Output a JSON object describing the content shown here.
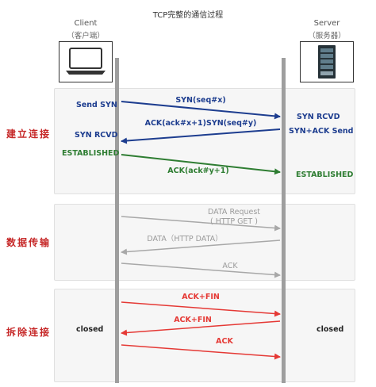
{
  "title": "TCP完整的通信过程",
  "client": {
    "name": "Client",
    "sub": "（客户端）"
  },
  "server": {
    "name": "Server",
    "sub": "（服务器）"
  },
  "phases": {
    "establish": "建立连接",
    "transfer": "数据传输",
    "close": "拆除连接"
  },
  "establish": {
    "send_syn": "Send SYN",
    "syn_seq": "SYN(seq#x)",
    "syn_rcvd_server": "SYN RCVD",
    "ack_syn": "ACK(ack#x+1)SYN(seq#y)",
    "syn_ack_send": "SYN+ACK Send",
    "syn_rcvd_client": "SYN RCVD",
    "established_client": "ESTABLISHED",
    "ack_y": "ACK(ack#y+1)",
    "established_server": "ESTABLISHED"
  },
  "transfer": {
    "data_request_1": "DATA Request",
    "data_request_2": "( HTTP GET )",
    "data_response": "DATA（HTTP DATA）",
    "ack": "ACK"
  },
  "close": {
    "ack_fin_1": "ACK+FIN",
    "ack_fin_2": "ACK+FIN",
    "ack": "ACK",
    "closed_client": "closed",
    "closed_server": "closed"
  },
  "colors": {
    "blue": "#1d3d8f",
    "green": "#2e7d32",
    "gray": "#a8a8a8",
    "red": "#e53935",
    "phase": "#c62828"
  },
  "icons": {
    "client": "laptop-icon",
    "server": "server-rack-icon"
  }
}
